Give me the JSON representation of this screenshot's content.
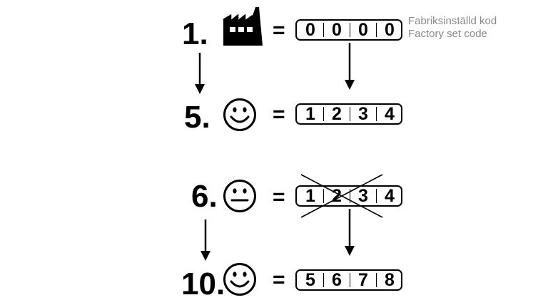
{
  "steps": [
    {
      "number": "1.",
      "icon": "factory-icon",
      "code": [
        "0",
        "0",
        "0",
        "0"
      ],
      "note_lines": [
        "Fabriksinställd kod",
        "Factory set code"
      ]
    },
    {
      "number": "5.",
      "icon": "smiley-happy-icon",
      "code": [
        "1",
        "2",
        "3",
        "4"
      ]
    },
    {
      "number": "6.",
      "icon": "smiley-neutral-icon",
      "code": [
        "1",
        "2",
        "3",
        "4"
      ],
      "crossed": true
    },
    {
      "number": "10.",
      "icon": "smiley-happy-icon",
      "code": [
        "5",
        "6",
        "7",
        "8"
      ]
    }
  ],
  "equals_sign": "=",
  "colors": {
    "ink": "#000000",
    "note": "#8a8a8a"
  }
}
